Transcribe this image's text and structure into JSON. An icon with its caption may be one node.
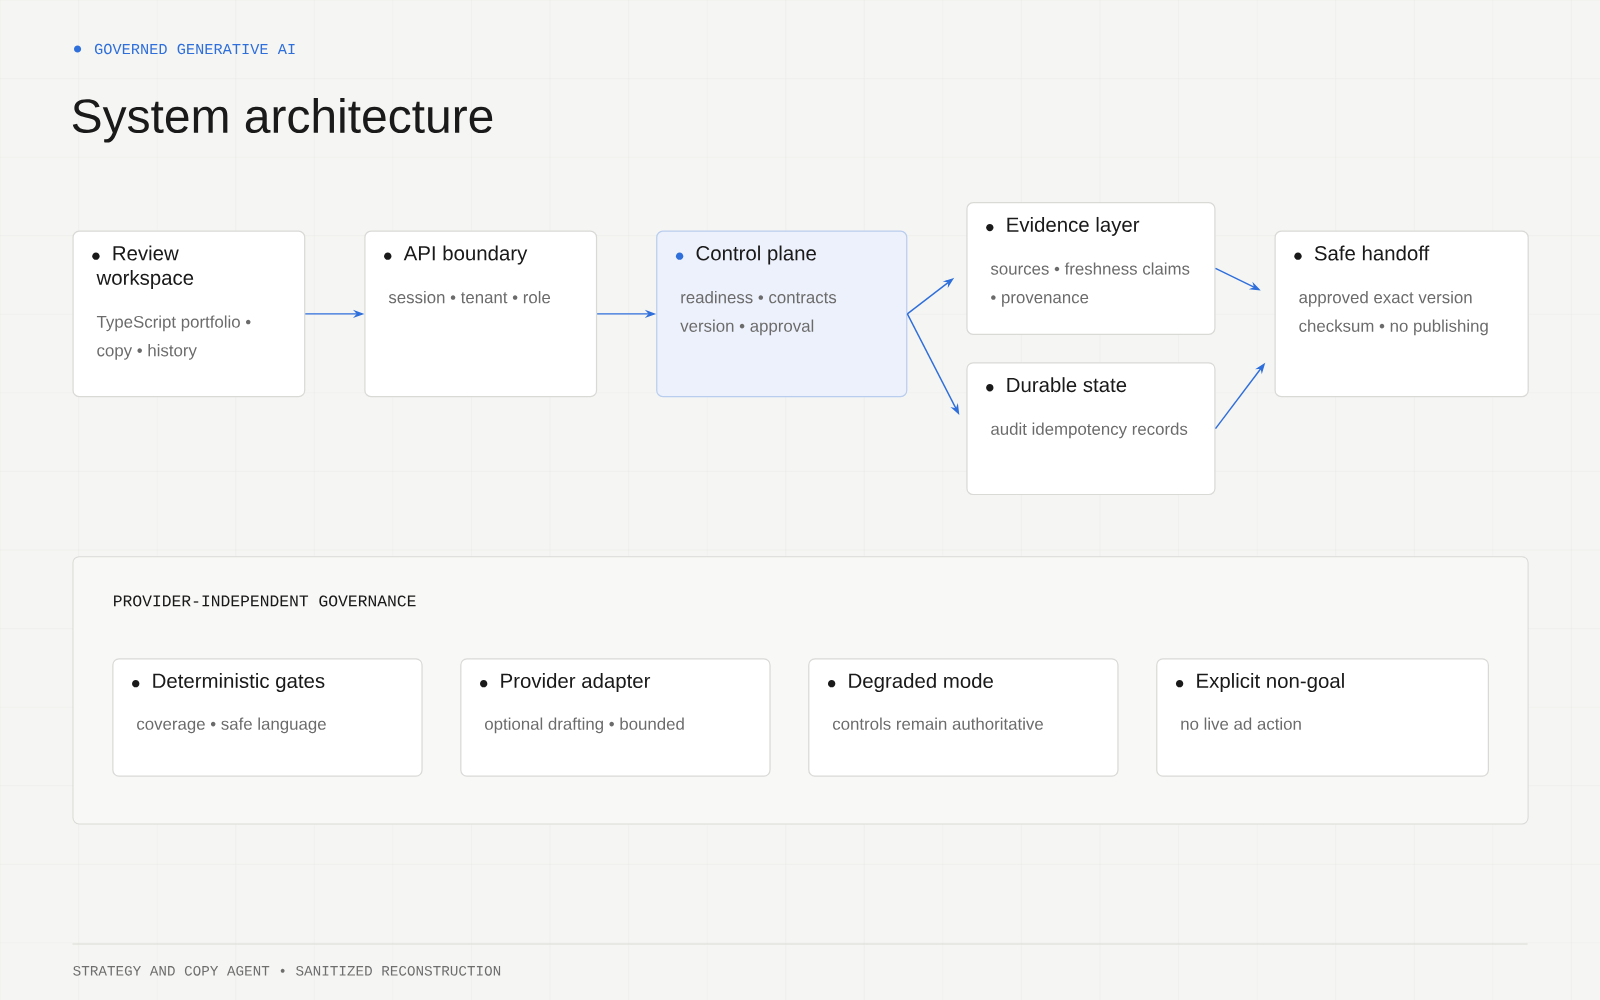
{
  "diagram": {
    "title": "System architecture",
    "nodes": [
      {
        "text": [
          "Review workspace",
          "TypeScript portfolio • copy • history"
        ]
      },
      {
        "text": [
          "API boundary",
          "session • tenant • role"
        ]
      },
      {
        "text": [
          "Control plane",
          "readiness • contracts version • approval"
        ]
      },
      {
        "text": [
          "Evidence layer",
          "sources • freshness claims • provenance"
        ]
      },
      {
        "text": [
          "Durable state",
          "audit idempotency records"
        ]
      },
      {
        "text": [
          "Safe handoff",
          "approved exact version checksum • no publishing"
        ]
      },
      {
        "text": [
          "PROVIDER-INDEPENDENT GOVERNANCE"
        ]
      },
      {
        "text": [
          "Deterministic gates",
          "coverage • safe language"
        ],
        "in": 6
      },
      {
        "text": [
          "Provider adapter",
          "optional drafting • bounded"
        ],
        "in": 6
      },
      {
        "text": [
          "Degraded mode",
          "controls remain authoritative"
        ],
        "in": 6
      },
      {
        "text": [
          "Explicit non-goal",
          "no live ad action"
        ],
        "in": 6
      }
    ],
    "edges": [
      {
        "from": 0,
        "to": 1,
        "arrow": "to"
      },
      {
        "from": 1,
        "to": 2,
        "arrow": "to"
      },
      {
        "from": 2,
        "to": 3,
        "arrow": "to"
      },
      {
        "from": 2,
        "to": 4,
        "arrow": "to"
      },
      {
        "from": 3,
        "to": 5,
        "arrow": "to"
      },
      {
        "from": 4,
        "to": 5,
        "arrow": "to"
      }
    ],
    "labels": [
      "GOVERNED GENERATIVE AI",
      "STRATEGY AND COPY AGENT • SANITIZED RECONSTRUCTION"
    ]
  }
}
